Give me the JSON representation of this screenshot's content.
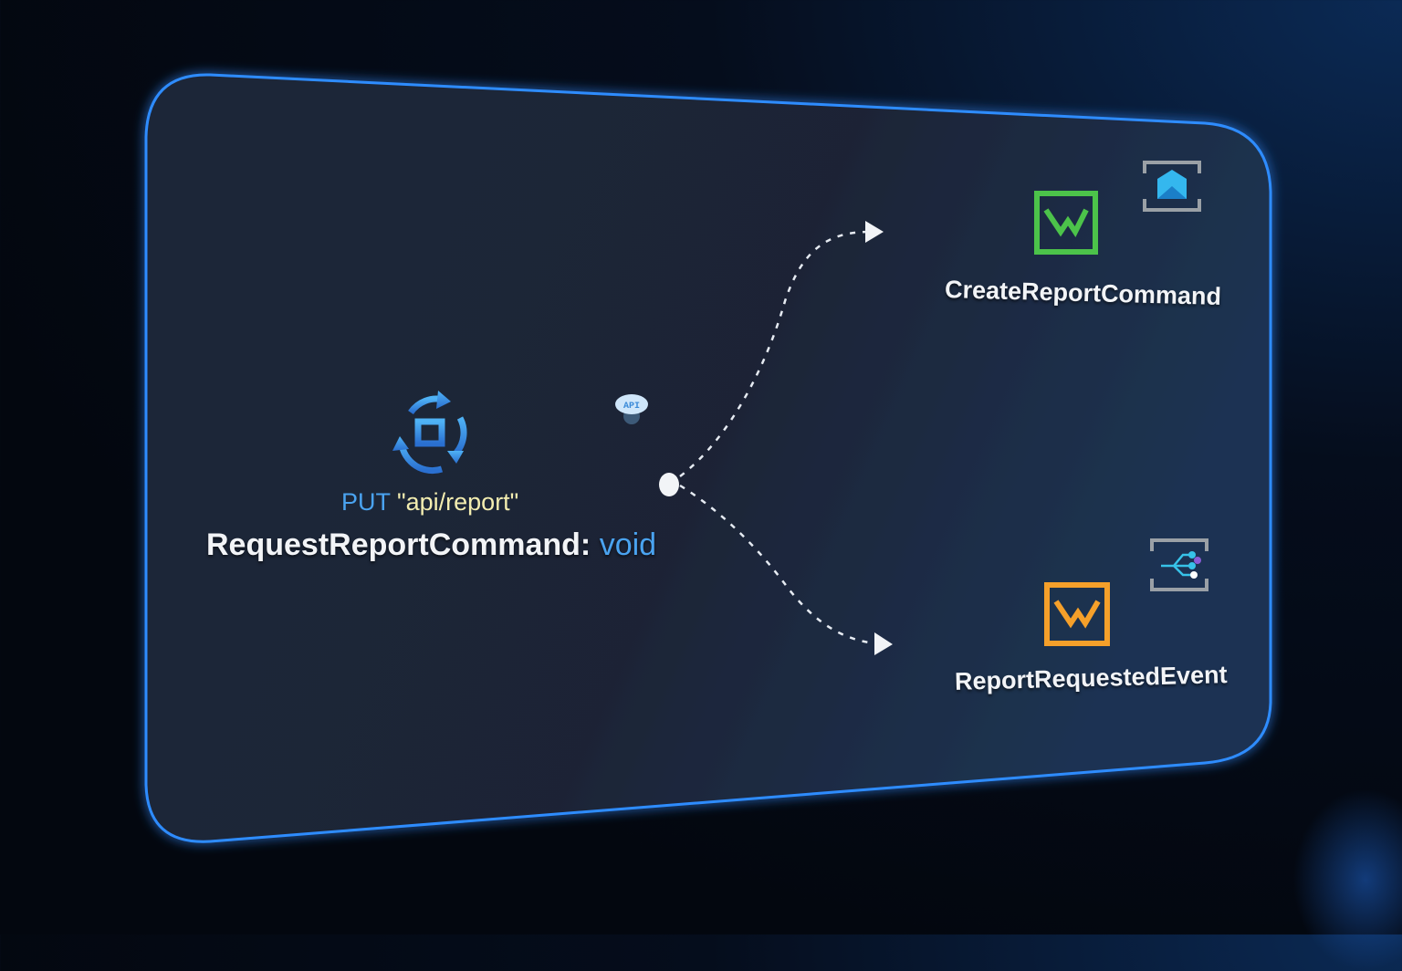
{
  "diagram": {
    "source": {
      "method": "PUT",
      "route": "\"api/report\"",
      "command_name": "RequestReportCommand:",
      "return_type": "void",
      "icon": "cycle-process-icon"
    },
    "api_badge": {
      "icon": "api-cloud-gear-icon",
      "text": "API"
    },
    "targets": [
      {
        "label": "CreateReportCommand",
        "icon": "envelope-icon",
        "color": "#4cc34a",
        "service_icon": "azure-queue-storage-icon"
      },
      {
        "label": "ReportRequestedEvent",
        "icon": "envelope-icon",
        "color": "#f5a02a",
        "service_icon": "azure-event-grid-icon"
      }
    ],
    "colors": {
      "panel_border": "#2f8cff",
      "panel_fill": "#1c2638",
      "keyword_blue": "#4aa3f0",
      "string_yellow": "#f3edb0",
      "text_white": "#f2f4f7"
    }
  }
}
